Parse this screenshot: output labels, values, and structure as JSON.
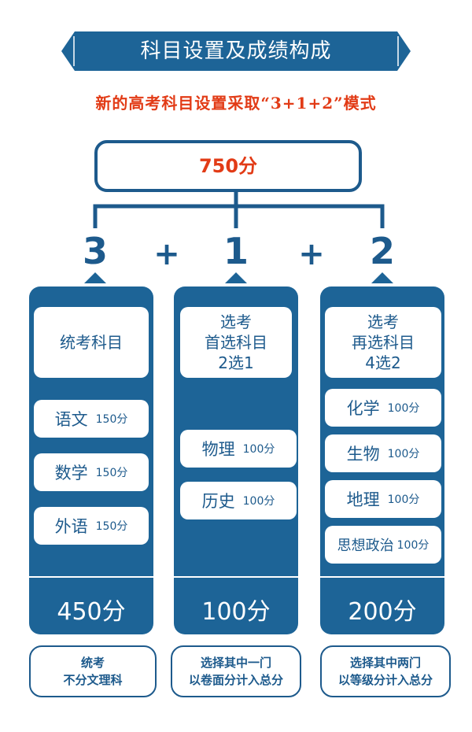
{
  "header": {
    "title": "科目设置及成绩构成"
  },
  "subtitle": "新的高考科目设置采取“3+1+2”模式",
  "total": "750分",
  "formula": {
    "a": "3",
    "plus1": "+",
    "b": "1",
    "plus2": "+",
    "c": "2"
  },
  "columns": [
    {
      "head": [
        "统考科目"
      ],
      "subjects": [
        {
          "name": "语文",
          "score": "150分"
        },
        {
          "name": "数学",
          "score": "150分"
        },
        {
          "name": "外语",
          "score": "150分"
        }
      ],
      "total": "450分",
      "note": [
        "统考",
        "不分文理科"
      ]
    },
    {
      "head": [
        "选考",
        "首选科目",
        "2选1"
      ],
      "subjects": [
        {
          "name": "物理",
          "score": "100分"
        },
        {
          "name": "历史",
          "score": "100分"
        }
      ],
      "total": "100分",
      "note": [
        "选择其中一门",
        "以卷面分计入总分"
      ]
    },
    {
      "head": [
        "选考",
        "再选科目",
        "4选2"
      ],
      "subjects": [
        {
          "name": "化学",
          "score": "100分"
        },
        {
          "name": "生物",
          "score": "100分"
        },
        {
          "name": "地理",
          "score": "100分"
        },
        {
          "name": "思想政治",
          "score": "100分"
        }
      ],
      "total": "200分",
      "note": [
        "选择其中两门",
        "以等级分计入总分"
      ]
    }
  ],
  "colors": {
    "primary": "#1d6497",
    "accent": "#e23b16",
    "background": "#ffffff"
  }
}
